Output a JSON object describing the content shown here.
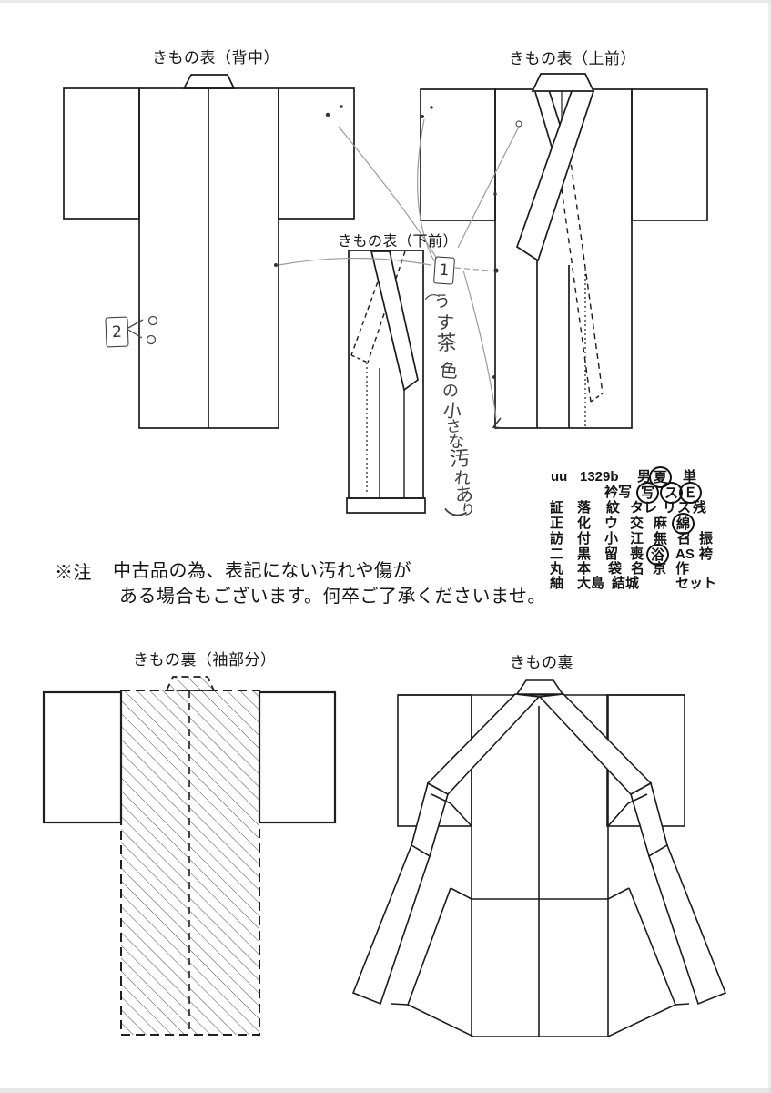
{
  "page": {
    "background": "#ffffff",
    "ink": "#1b1b1b",
    "pencil": "#9b9b9b"
  },
  "diagrams": {
    "back": {
      "label": "きもの表（背中）"
    },
    "upper_front": {
      "label": "きもの表（上前）"
    },
    "lower_front": {
      "label": "きもの表（下前）"
    },
    "lining_sleeve": {
      "label": "きもの裏（袖部分）"
    },
    "lining": {
      "label": "きもの裏"
    }
  },
  "annotations": {
    "note1_number": "1",
    "note1_text": "（うす茶色の小さな汚れあり）",
    "note2_number": "2"
  },
  "stamp_block": {
    "rows": [
      [
        {
          "t": "uu"
        },
        {
          "t": "1329b"
        },
        {
          "t": "男"
        },
        {
          "t": "夏",
          "circled": true
        },
        {
          "t": "単"
        }
      ],
      [
        {
          "t": "衿写"
        },
        {
          "t": "写",
          "circled": true
        },
        {
          "t": "ス",
          "circled": true
        },
        {
          "t": "Ｅ",
          "circled": true
        }
      ],
      [
        {
          "t": "証"
        },
        {
          "t": "落"
        },
        {
          "t": "紋"
        },
        {
          "t": "タレ"
        },
        {
          "t": "リ"
        },
        {
          "t": "ス"
        },
        {
          "t": "残"
        }
      ],
      [
        {
          "t": "正"
        },
        {
          "t": "化"
        },
        {
          "t": "ウ"
        },
        {
          "t": "交"
        },
        {
          "t": "麻"
        },
        {
          "t": "綿",
          "circled": true
        }
      ],
      [
        {
          "t": "訪"
        },
        {
          "t": "付"
        },
        {
          "t": "小"
        },
        {
          "t": "江"
        },
        {
          "t": "無"
        },
        {
          "t": "召"
        },
        {
          "t": "振"
        }
      ],
      [
        {
          "t": "二"
        },
        {
          "t": "黒"
        },
        {
          "t": "留"
        },
        {
          "t": "喪"
        },
        {
          "t": "浴",
          "circled": true
        },
        {
          "t": "AS"
        },
        {
          "t": "袴"
        }
      ],
      [
        {
          "t": "丸"
        },
        {
          "t": "本"
        },
        {
          "t": "袋"
        },
        {
          "t": "名"
        },
        {
          "t": "京"
        },
        {
          "t": "作"
        }
      ],
      [
        {
          "t": "紬"
        },
        {
          "t": "大島"
        },
        {
          "t": "結城"
        },
        {
          "t": "セット"
        }
      ]
    ]
  },
  "footnote": {
    "prefix": "※注",
    "line1": "中古品の為、表記にない汚れや傷が",
    "line2": "ある場合もございます。何卒ご了承くださいませ。"
  }
}
